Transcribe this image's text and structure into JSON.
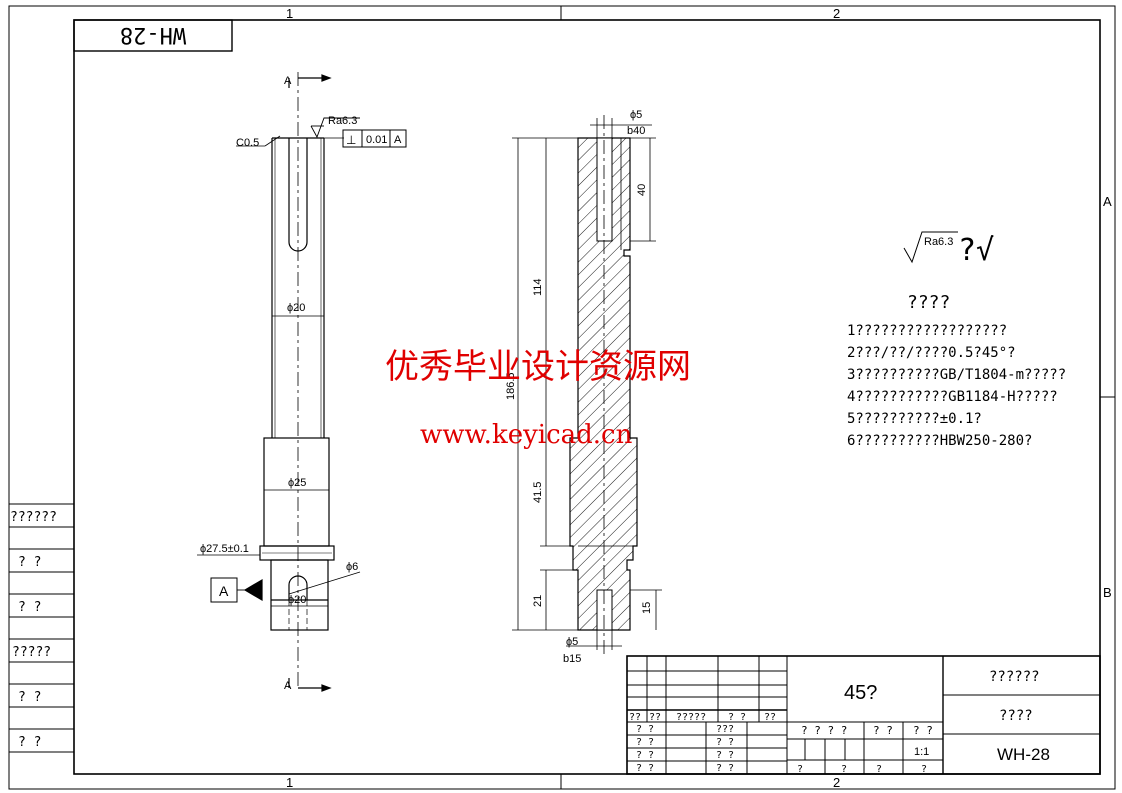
{
  "drawing_code_box": "WH-28",
  "zones": {
    "col1": "1",
    "col2": "2",
    "rowA": "A",
    "rowB": "B"
  },
  "left_stamp": [
    "??????",
    "? ?",
    "? ?",
    "?????",
    "? ?",
    "? ?"
  ],
  "part_view": {
    "chamfer": "C0.5",
    "roughness_top": "Ra6.3",
    "perp_symbol": "⊥",
    "perp_tol": "0.01",
    "perp_datum": "A",
    "dia_main": "ϕ20",
    "dia_body": "ϕ25",
    "dia_collar": "ϕ27.5±0.1",
    "dia_hole": "ϕ6",
    "dia_lower": "ϕ20",
    "datum_label": "A",
    "section_mark_top": "A",
    "section_mark_bottom": "A"
  },
  "section_view": {
    "top_hole": "ϕ5",
    "top_depth": "b40",
    "dim_40": "40",
    "dim_114": "114",
    "dim_total": "186.5",
    "dim_41_5": "41.5",
    "dim_21": "21",
    "dim_15": "15",
    "bottom_hole": "ϕ5",
    "bottom_depth": "b15"
  },
  "notes": {
    "roughness": "Ra6.3",
    "roughness_rest": "?√",
    "heading": "????",
    "lines": [
      "1??????????????????",
      "2???/??/????0.5?45°?",
      "3??????????GB/T1804-m?????",
      "4???????????GB1184-H?????",
      "5??????????±0.1?",
      "6??????????HBW250-280?"
    ]
  },
  "watermark": {
    "cn": "优秀毕业设计资源网",
    "url": "www.keyicad.cn"
  },
  "title_block": {
    "material": "45?",
    "company": "??????",
    "part_name": "????",
    "drawing_no": "WH-28",
    "scale": "1:1",
    "rev_row": [
      "??",
      "??",
      "?????",
      "? ?",
      "??"
    ],
    "stage_header": [
      "? ? ? ?",
      "? ?",
      "? ?"
    ],
    "sign_rows": [
      [
        "? ?",
        "???"
      ],
      [
        "? ?",
        "? ?"
      ],
      [
        "? ?",
        "? ?"
      ],
      [
        "? ?",
        "? ?"
      ]
    ],
    "sheet_row": [
      "?",
      "?",
      "?",
      "?"
    ]
  }
}
